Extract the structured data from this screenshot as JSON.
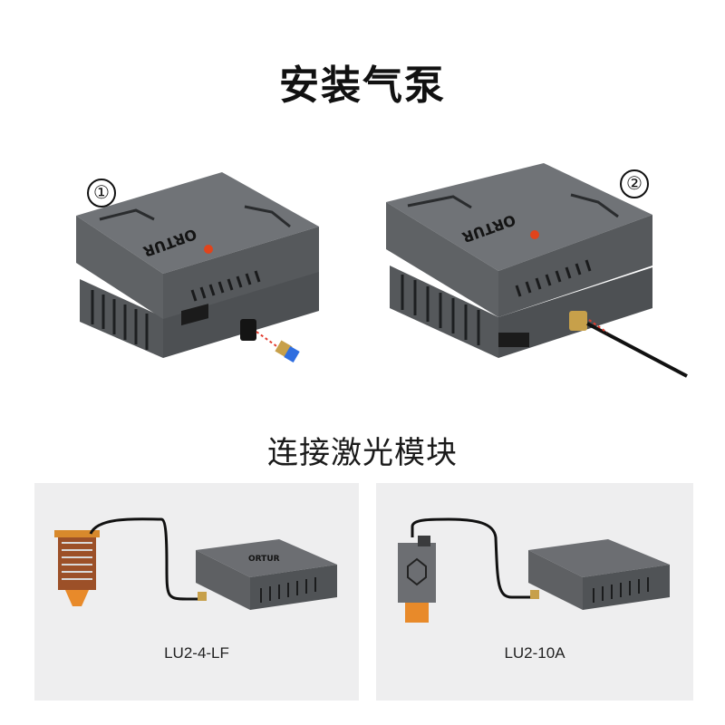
{
  "title": "安装气泵",
  "steps": {
    "one": "①",
    "two": "②"
  },
  "illustration": {
    "brand_logo_text": "ORTUR"
  },
  "subtitle": "连接激光模块",
  "panels": [
    {
      "label": "LU2-4-LF"
    },
    {
      "label": "LU2-10A"
    }
  ],
  "colors": {
    "device_body": "#5e6063",
    "device_top": "#6c6e72",
    "logo_accent": "#e0441c",
    "tube": "#111111",
    "panel_bg": "#eeeeef",
    "laser_orange": "#e88a2a"
  }
}
